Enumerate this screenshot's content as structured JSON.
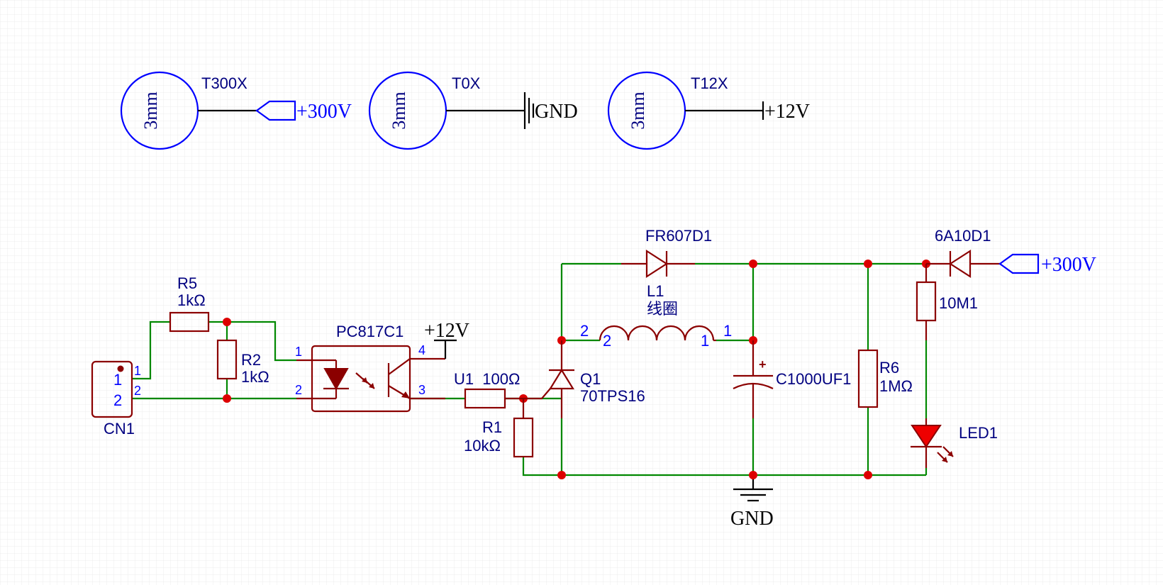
{
  "test_points": [
    {
      "ref": "T300X",
      "size": "3mm",
      "net": "+300V"
    },
    {
      "ref": "T0X",
      "size": "3mm",
      "net": "GND"
    },
    {
      "ref": "T12X",
      "size": "3mm",
      "net": "+12V"
    }
  ],
  "components": {
    "cn1": {
      "ref": "CN1",
      "pin1": "1",
      "pin2": "2"
    },
    "r5": {
      "ref": "R5",
      "value": "1kΩ"
    },
    "r2": {
      "ref": "R2",
      "value": "1kΩ"
    },
    "pc817": {
      "ref": "PC817C1",
      "pin1": "1",
      "pin2": "2",
      "pin3": "3",
      "pin4": "4"
    },
    "u1": {
      "ref": "U1",
      "value": "100Ω"
    },
    "r1": {
      "ref": "R1",
      "value": "10kΩ"
    },
    "q1": {
      "ref": "Q1",
      "value": "70TPS16"
    },
    "fr607": {
      "ref": "FR607D1"
    },
    "l1": {
      "ref": "L1",
      "value": "线圈",
      "pin1": "1",
      "pin2": "2"
    },
    "c1": {
      "ref": "C1000UF1",
      "polarity": "+"
    },
    "r6": {
      "ref": "R6",
      "value": "1MΩ"
    },
    "d6a10": {
      "ref": "6A10D1"
    },
    "r10m": {
      "ref": "10M1"
    },
    "led1": {
      "ref": "LED1"
    }
  },
  "nets": {
    "v12": "+12V",
    "gnd": "GND",
    "v300": "+300V"
  }
}
